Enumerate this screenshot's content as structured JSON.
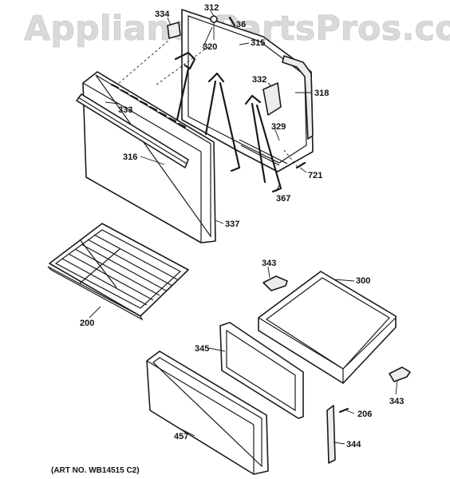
{
  "watermark": "AppliancePartsPros.com",
  "art_number": "(ART NO. WB14515 C2)",
  "parts": {
    "p334": "334",
    "p312": "312",
    "p36": "36",
    "p315": "315",
    "p320": "320",
    "p332": "332",
    "p318": "318",
    "p333": "333",
    "p329": "329",
    "p316": "316",
    "p721": "721",
    "p367": "367",
    "p337": "337",
    "p343a": "343",
    "p300": "300",
    "p200": "200",
    "p345": "345",
    "p343b": "343",
    "p206": "206",
    "p457": "457",
    "p344": "344"
  }
}
